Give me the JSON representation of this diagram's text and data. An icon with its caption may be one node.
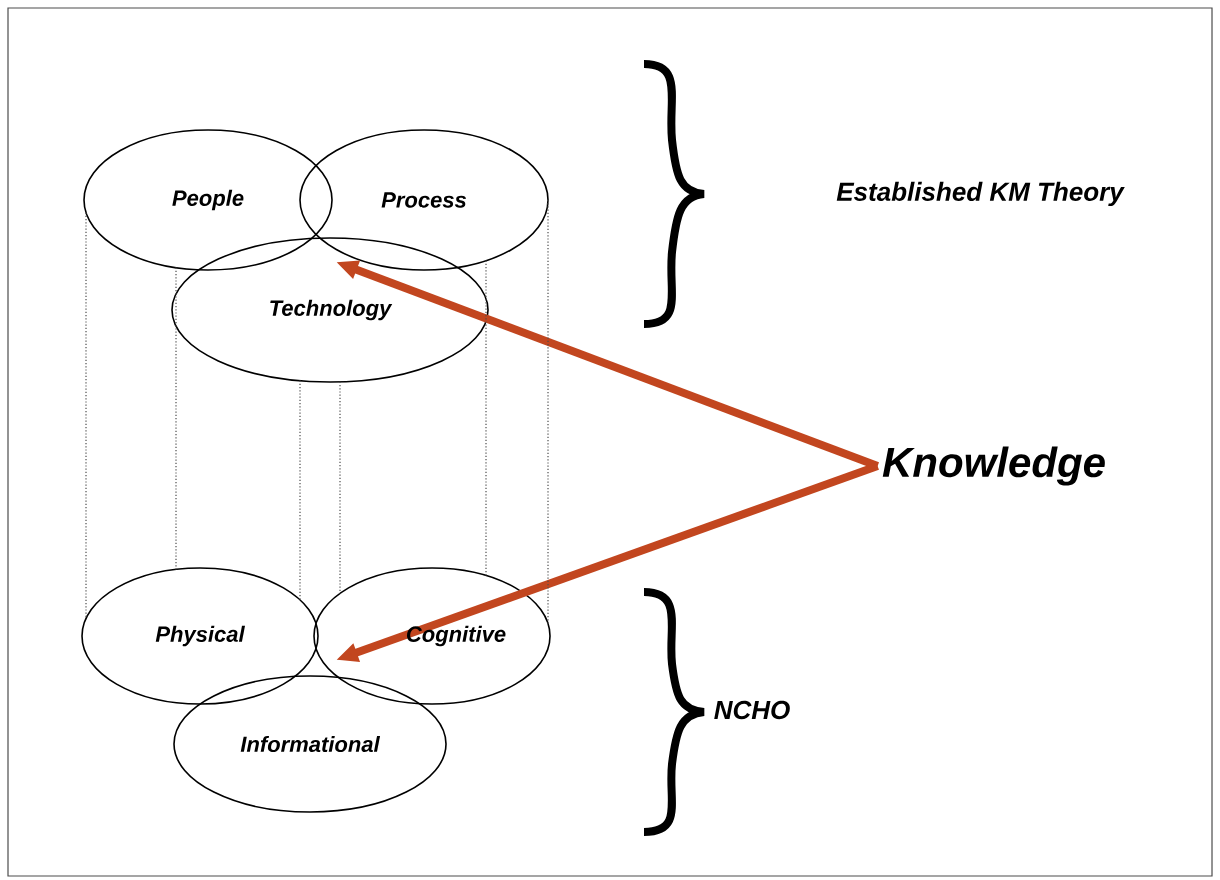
{
  "diagram": {
    "nodes": [
      {
        "text": [
          "People"
        ]
      },
      {
        "text": [
          "Process"
        ]
      },
      {
        "text": [
          "Technology"
        ]
      },
      {
        "text": [
          "Physical"
        ]
      },
      {
        "text": [
          "Cognitive"
        ]
      },
      {
        "text": [
          "Informational"
        ]
      },
      {
        "text": [
          "Knowledge"
        ]
      }
    ],
    "edges": [
      {
        "from": 6,
        "to": 2,
        "arrow": "to",
        "style": "thick",
        "color": "#c2461f"
      },
      {
        "from": 6,
        "to": 4,
        "arrow": "to",
        "style": "thick",
        "color": "#c2461f"
      },
      {
        "from": 0,
        "to": 3,
        "arrow": "none",
        "style": "dashed"
      },
      {
        "from": 0,
        "to": 3,
        "arrow": "none",
        "style": "dashed"
      },
      {
        "from": 2,
        "to": 3,
        "arrow": "none",
        "style": "dashed"
      },
      {
        "from": 2,
        "to": 4,
        "arrow": "none",
        "style": "dashed"
      },
      {
        "from": 1,
        "to": 4,
        "arrow": "none",
        "style": "dashed"
      },
      {
        "from": 1,
        "to": 4,
        "arrow": "none",
        "style": "dashed"
      }
    ],
    "labels": [
      "Established KM Theory",
      "NCHO"
    ]
  }
}
